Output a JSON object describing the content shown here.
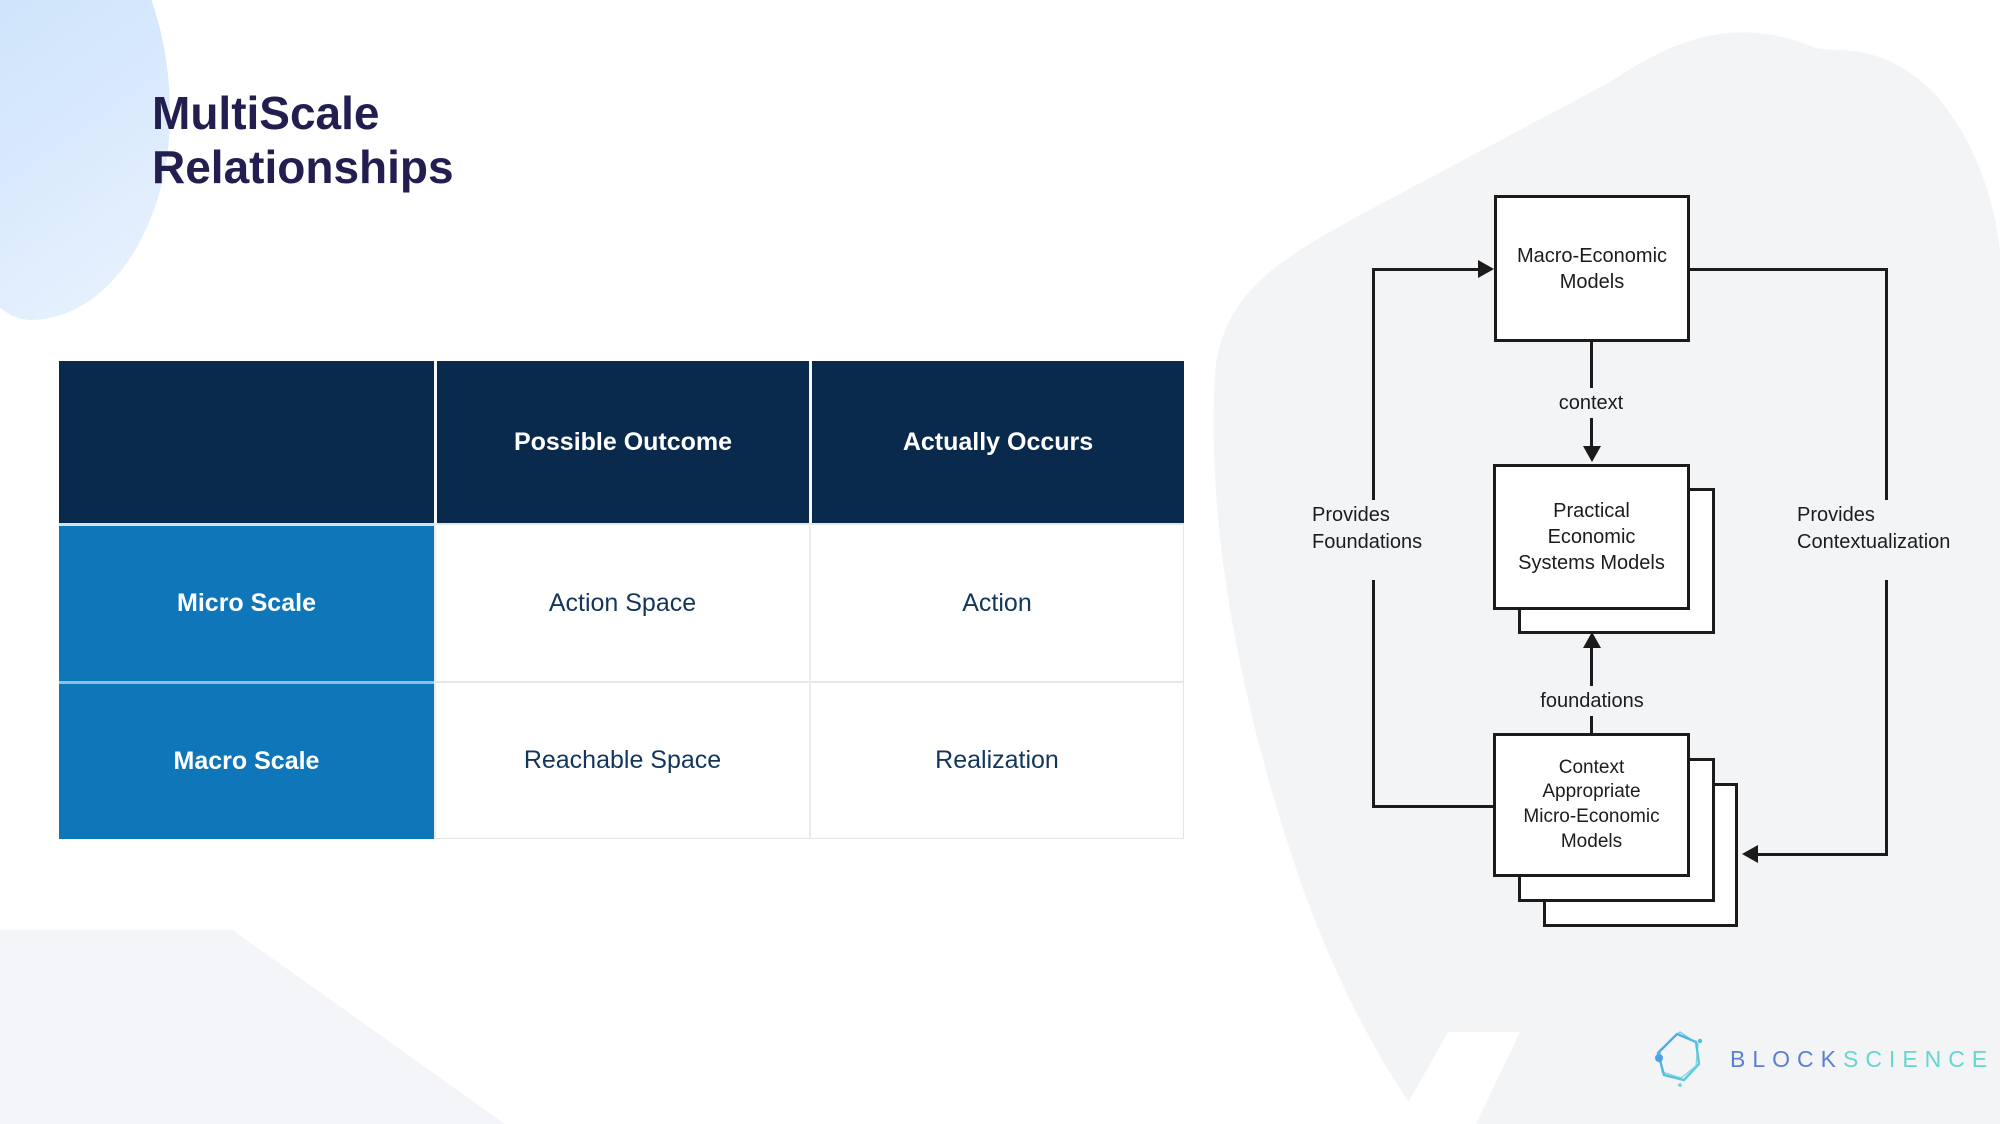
{
  "slide": {
    "title": "MultiScale\nRelationships"
  },
  "table": {
    "columns": [
      "",
      "Possible Outcome",
      "Actually Occurs"
    ],
    "rows": [
      {
        "label": "Micro Scale",
        "possible": "Action Space",
        "actual": "Action"
      },
      {
        "label": "Macro Scale",
        "possible": "Reachable Space",
        "actual": "Realization"
      }
    ]
  },
  "diagram": {
    "macro_box": "Macro-Economic\nModels",
    "practical_box": "Practical\nEconomic\nSystems Models",
    "micro_box": "Context\nAppropriate\nMicro-Economic\nModels",
    "context_label": "context",
    "foundations_label": "foundations",
    "provides_foundations_label": "Provides\nFoundations",
    "provides_contextualization_label": "Provides\nContextualization"
  },
  "logo": {
    "block": "BLOCK",
    "science": "SCIENCE"
  },
  "colors": {
    "header_navy": "#0a2a4d",
    "row_blue": "#0e76b9",
    "title_navy": "#221f50",
    "cell_text_navy": "#14365c",
    "diagram_line": "#1b1b1b",
    "background_gray": "#f3f4f6",
    "corner_blue": "#cfe4fb",
    "logo_blue": "#5b7fd6",
    "logo_teal": "#66d6d0"
  }
}
